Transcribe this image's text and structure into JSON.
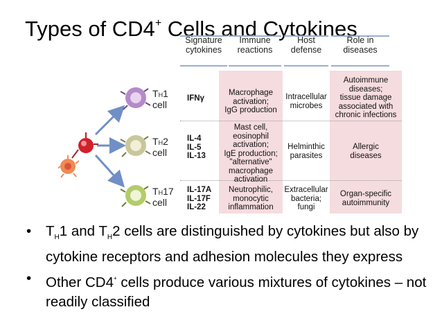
{
  "slide": {
    "title_main": "Types of CD4",
    "title_sup": "+",
    "title_rest": " Cells and Cytokines"
  },
  "figure": {
    "headers": [
      "Signature\ncytokines",
      "Immune\nreactions",
      "Host\ndefense",
      "Role in\ndiseases"
    ],
    "rows": [
      {
        "cell_letter": "T",
        "cell_sub": "H",
        "cell_num": "1",
        "cell_word": "cell",
        "cytokines": "IFNγ",
        "immune": "Macrophage\nactivation;\nIgG production",
        "defense": "Intracellular\nmicrobes",
        "disease": "Autoimmune\ndiseases;\ntissue damage\nassociated with\nchronic infections"
      },
      {
        "cell_letter": "T",
        "cell_sub": "H",
        "cell_num": "2",
        "cell_word": "cell",
        "cytokines": "IL-4\nIL-5\nIL-13",
        "immune": "Mast cell,\neosinophil\nactivation;\nIgE production;\n\"alternative\"\nmacrophage\nactivation",
        "defense": "Helminthic\nparasites",
        "disease": "Allergic\ndiseases"
      },
      {
        "cell_letter": "T",
        "cell_sub": "H",
        "cell_num": "17",
        "cell_word": "cell",
        "cytokines": "IL-17A\nIL-17F\nIL-22",
        "immune": "Neutrophilic,\nmonocytic\ninflammation",
        "defense": "Extracellular\nbacteria;\nfungi",
        "disease": "Organ-specific\nautoimmunity"
      }
    ]
  },
  "bullets": [
    {
      "dot": "•",
      "a": "T",
      "b": "H",
      "c": "1 and T",
      "d": "H",
      "e": "2 cells are distinguished by cytokines but also by cytokine receptors and adhesion molecules they express"
    },
    {
      "dot": "•",
      "a": "Other CD4",
      "b": "+",
      "c": " cells produce various mixtures of cytokines – not readily classified"
    }
  ],
  "colors": {
    "pink_column": "#f5dcdf",
    "header_rule": "#9aaed0",
    "arrow": "#6f8fc6",
    "th1_cell": "#b48ac8",
    "th2_cell": "#c9c79a",
    "th17_cell": "#b3cc6a",
    "naive_cell": "#d0202a",
    "apc_cell": "#f08a55"
  }
}
